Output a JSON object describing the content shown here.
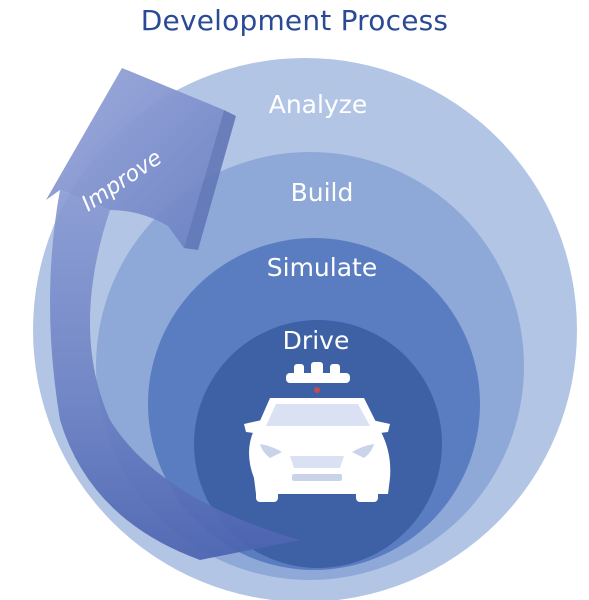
{
  "title": "Development Process",
  "stages": {
    "analyze": "Analyze",
    "build": "Build",
    "simulate": "Simulate",
    "drive": "Drive"
  },
  "arrow_label": "Improve",
  "car_icon": "autonomous-car-icon",
  "colors": {
    "title": "#2b4a96",
    "analyze": "#b3c5e5",
    "build": "#8ea9d8",
    "simulate": "#5a7cc1",
    "drive": "#3e60a5",
    "arrow": "#6d82c4"
  }
}
